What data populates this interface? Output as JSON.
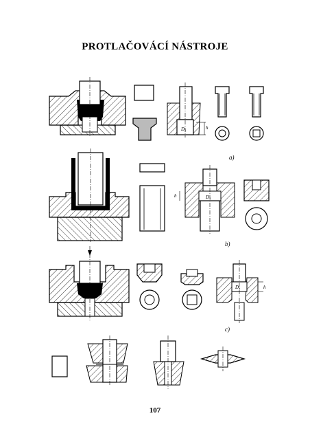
{
  "page": {
    "title": "PROTLAČOVÁCÍ NÁSTROJE",
    "page_number": "107"
  },
  "figures": {
    "a": {
      "label": "a)",
      "dims": [
        "D₁",
        "h"
      ]
    },
    "b": {
      "label": "b)",
      "dims": [
        "h",
        "D₁"
      ]
    },
    "c": {
      "label": "c)",
      "dims": [
        "D₁",
        "h"
      ]
    }
  }
}
